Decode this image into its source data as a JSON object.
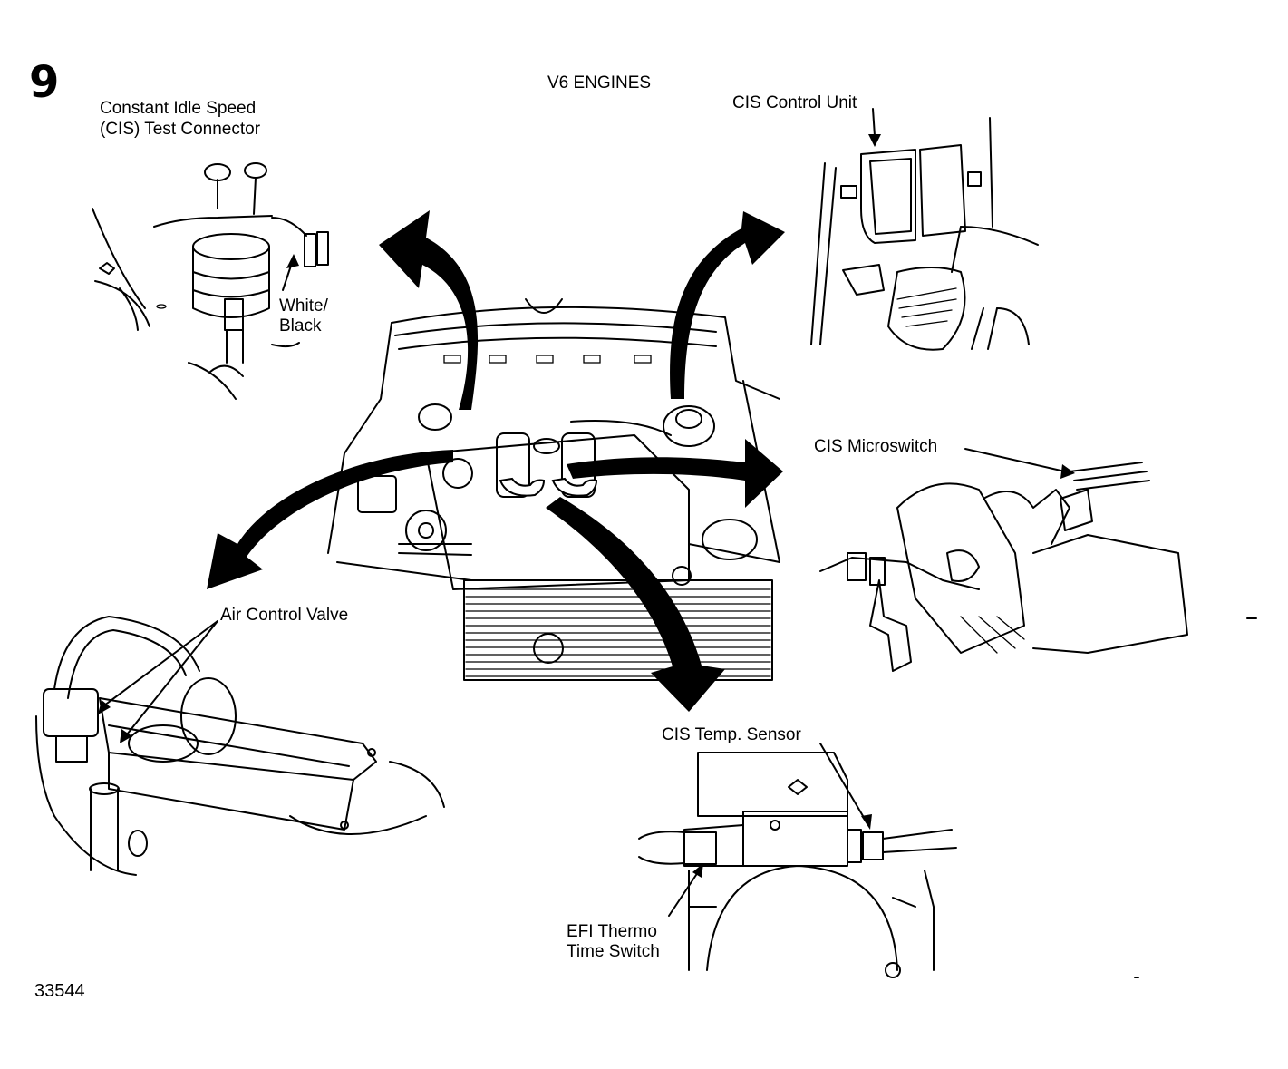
{
  "figure": {
    "number": "9",
    "title": "V6 ENGINES",
    "id": "33544"
  },
  "labels": {
    "cis_test_connector": [
      "Constant Idle Speed",
      "(CIS) Test Connector"
    ],
    "white_black": [
      "White/",
      "Black"
    ],
    "cis_control_unit": "CIS Control Unit",
    "cis_microswitch": "CIS Microswitch",
    "air_control_valve": "Air Control Valve",
    "cis_temp_sensor": "CIS Temp. Sensor",
    "efi_thermo_time_switch": [
      "EFI Thermo",
      "Time Switch"
    ]
  }
}
